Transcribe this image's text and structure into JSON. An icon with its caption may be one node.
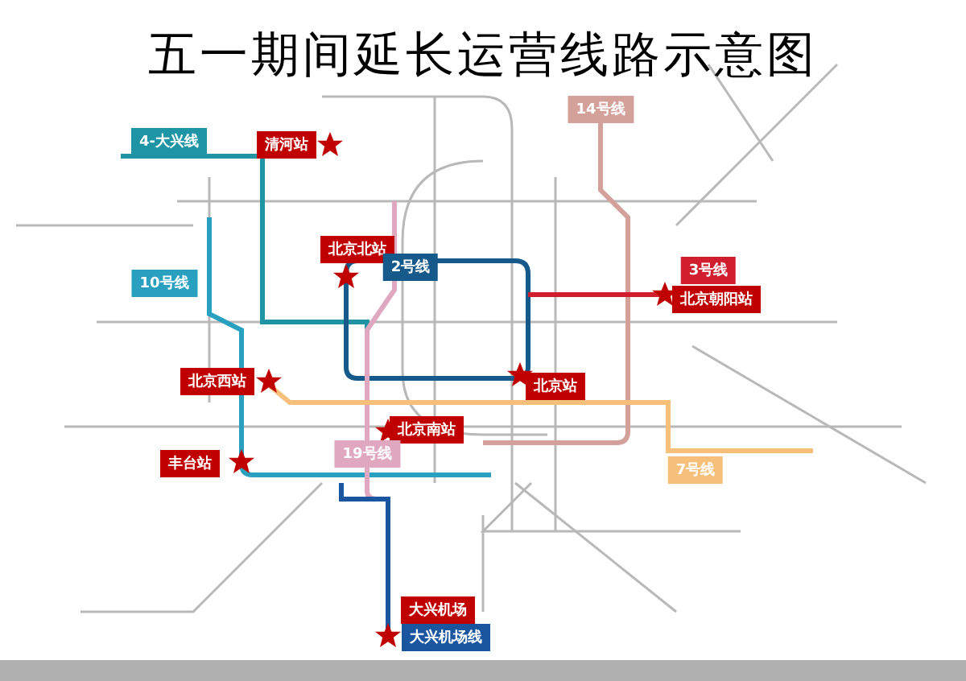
{
  "diagram": {
    "title": "五一期间延长运营线路示意图",
    "labels": [
      "14号线",
      "4-大兴线",
      "清河站",
      "北京北站",
      "2号线",
      "3号线",
      "10号线",
      "北京朝阳站",
      "北京西站",
      "北京站",
      "北京南站",
      "丰台站",
      "19号线",
      "7号线",
      "大兴机场",
      "大兴机场线"
    ]
  }
}
